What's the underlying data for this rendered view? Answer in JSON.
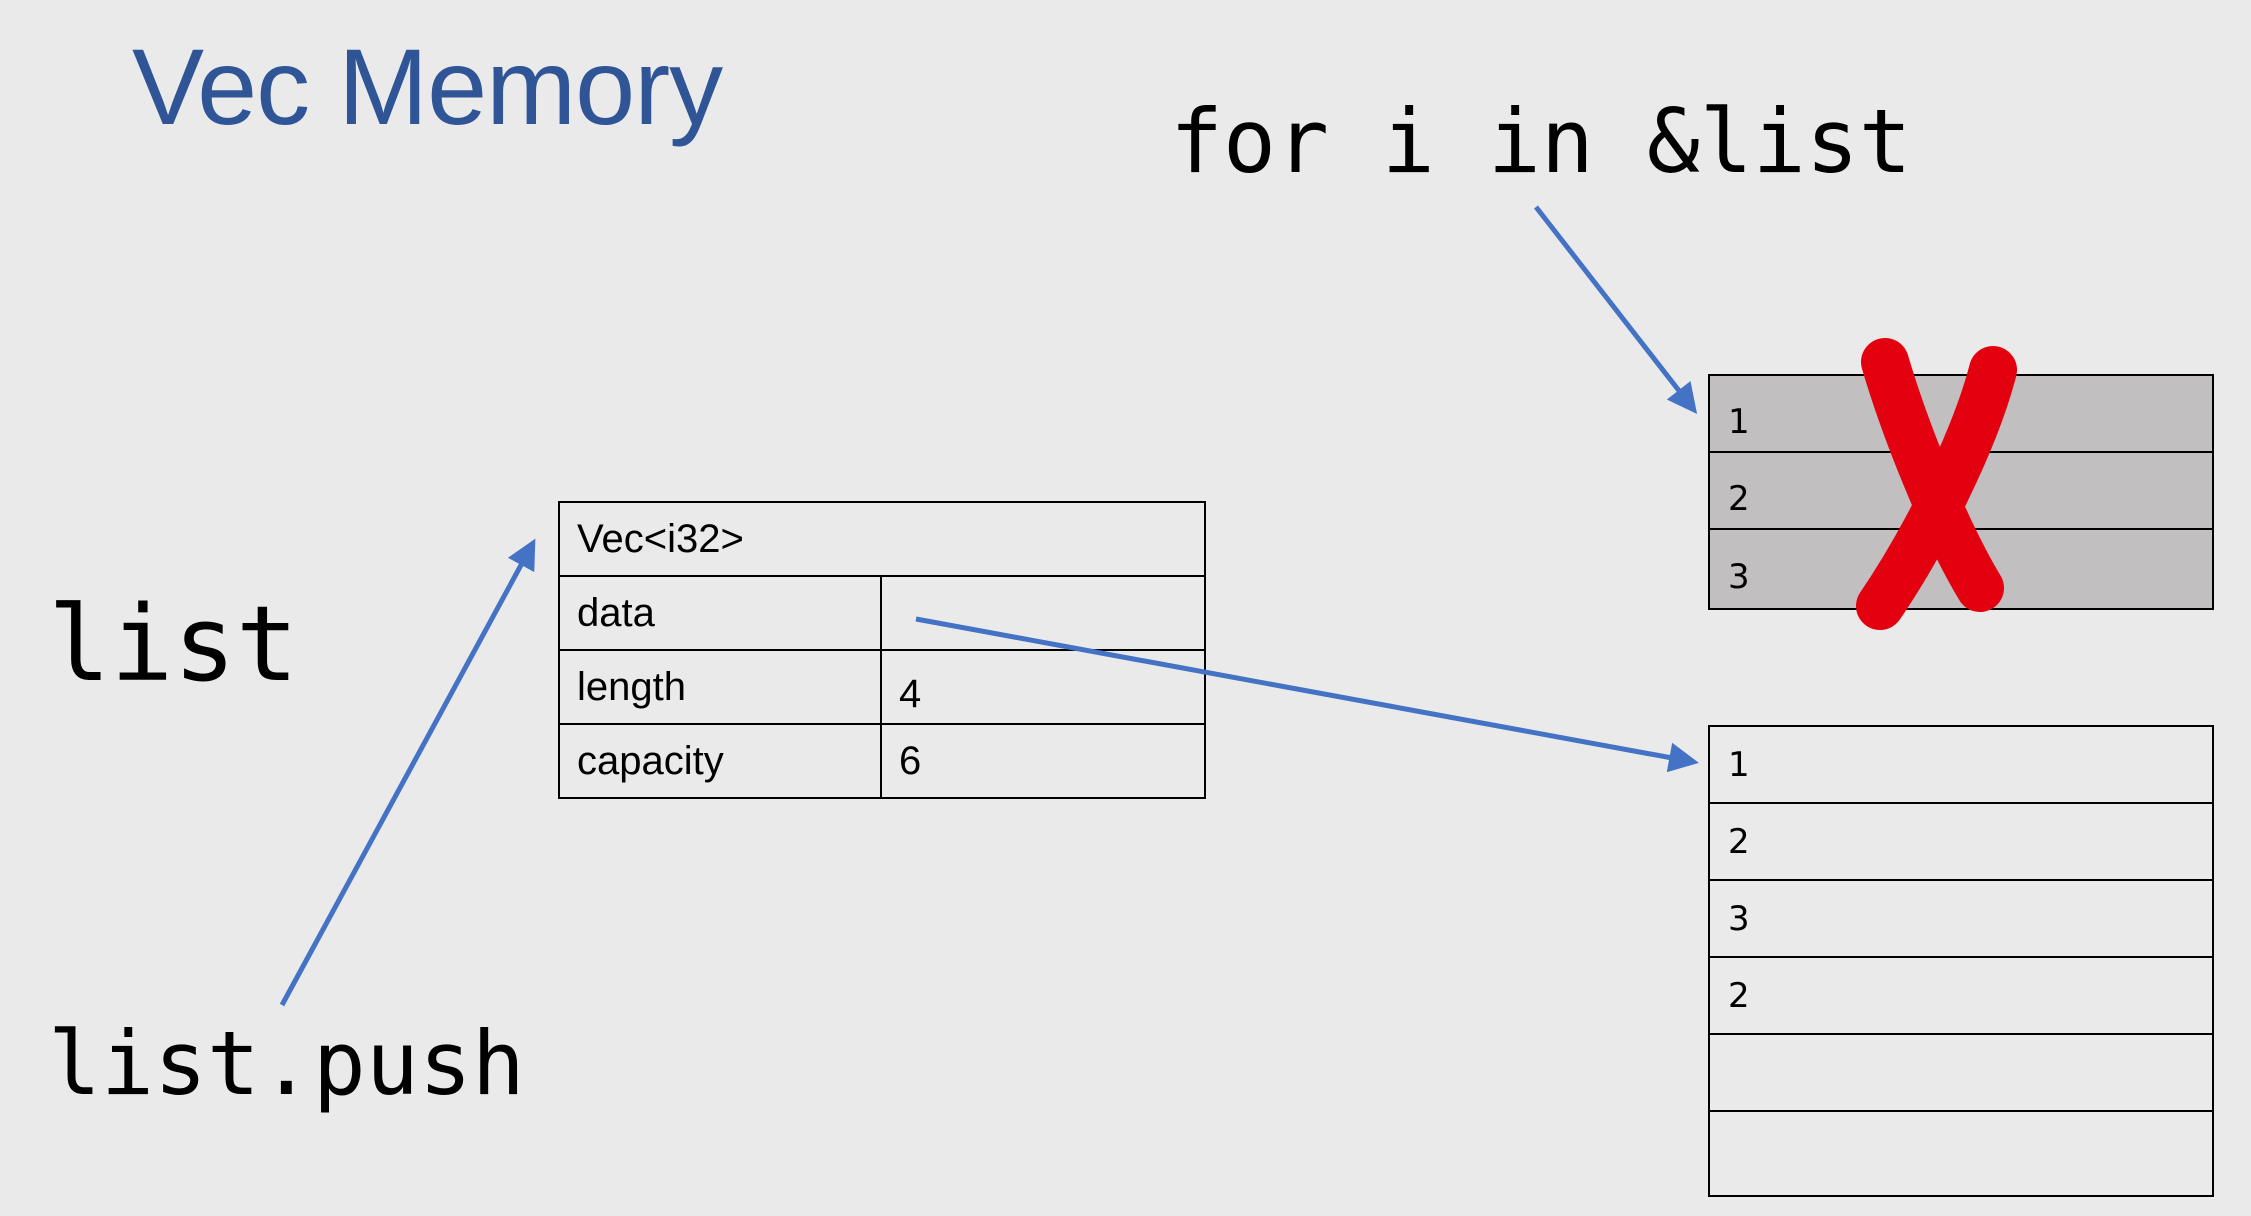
{
  "title": "Vec Memory",
  "code": {
    "for_loop": "for i in &list",
    "variable": "list",
    "push_call": "list.push"
  },
  "vec_struct": {
    "header": "Vec<i32>",
    "rows": [
      {
        "field": "data",
        "value": ""
      },
      {
        "field": "length",
        "value": "4"
      },
      {
        "field": "capacity",
        "value": "6"
      }
    ]
  },
  "old_buffer": {
    "cells": [
      "1",
      "2",
      "3"
    ],
    "invalidated": true
  },
  "new_buffer": {
    "cells": [
      "1",
      "2",
      "3",
      "2",
      "",
      ""
    ]
  },
  "colors": {
    "title": "#2f5597",
    "arrow": "#4472c4",
    "cross": "#e3000f",
    "old_buffer_fill": "#c1bfc0",
    "background": "#eaeaea"
  }
}
